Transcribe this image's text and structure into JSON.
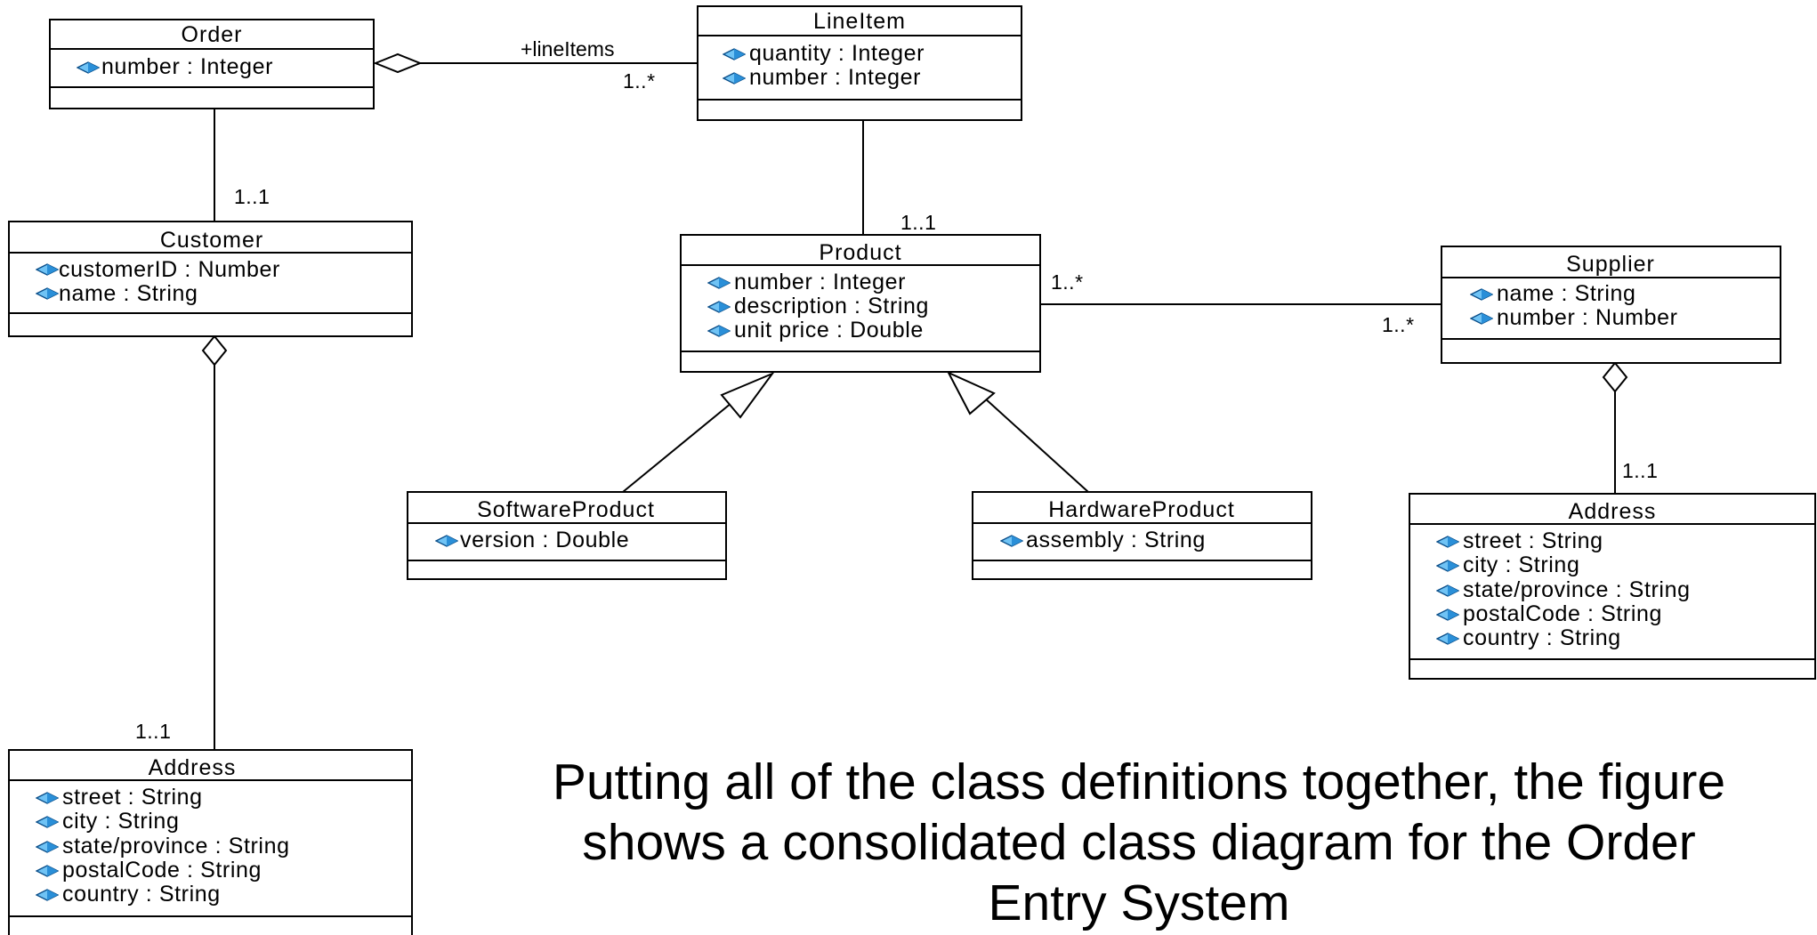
{
  "classes": {
    "order": {
      "name": "Order",
      "attributes": [
        "number : Integer"
      ]
    },
    "lineitem": {
      "name": "LineItem",
      "attributes": [
        "quantity : Integer",
        "number : Integer"
      ]
    },
    "customer": {
      "name": "Customer",
      "attributes": [
        "customerID : Number",
        "name : String"
      ]
    },
    "product": {
      "name": "Product",
      "attributes": [
        "number : Integer",
        "description : String",
        "unit price : Double"
      ]
    },
    "supplier": {
      "name": "Supplier",
      "attributes": [
        "name : String",
        "number : Number"
      ]
    },
    "software": {
      "name": "SoftwareProduct",
      "attributes": [
        "version : Double"
      ]
    },
    "hardware": {
      "name": "HardwareProduct",
      "attributes": [
        "assembly : String"
      ]
    },
    "address_supplier": {
      "name": "Address",
      "attributes": [
        "street : String",
        "city : String",
        "state/province : String",
        "postalCode : String",
        "country : String"
      ]
    },
    "address_customer": {
      "name": "Address",
      "attributes": [
        "street : String",
        "city : String",
        "state/province : String",
        "postalCode : String",
        "country : String"
      ]
    }
  },
  "associations": {
    "order_lineitems": {
      "role": "+lineItems",
      "multiplicity": "1..*"
    },
    "order_customer": {
      "multiplicity": "1..1"
    },
    "lineitem_product": {
      "multiplicity": "1..1"
    },
    "product_supplier": {
      "product_end": "1..*",
      "supplier_end": "1..*"
    },
    "supplier_address": {
      "multiplicity": "1..1"
    },
    "customer_address": {
      "multiplicity": "1..1"
    }
  },
  "caption": {
    "line1": "Putting all of the class definitions together, the figure",
    "line2": "shows a consolidated class diagram for the Order",
    "line3": "Entry System"
  },
  "colors": {
    "attribute_icon": "#2a8fd8",
    "attribute_icon_dark": "#0b4f8a",
    "line": "#000000"
  }
}
